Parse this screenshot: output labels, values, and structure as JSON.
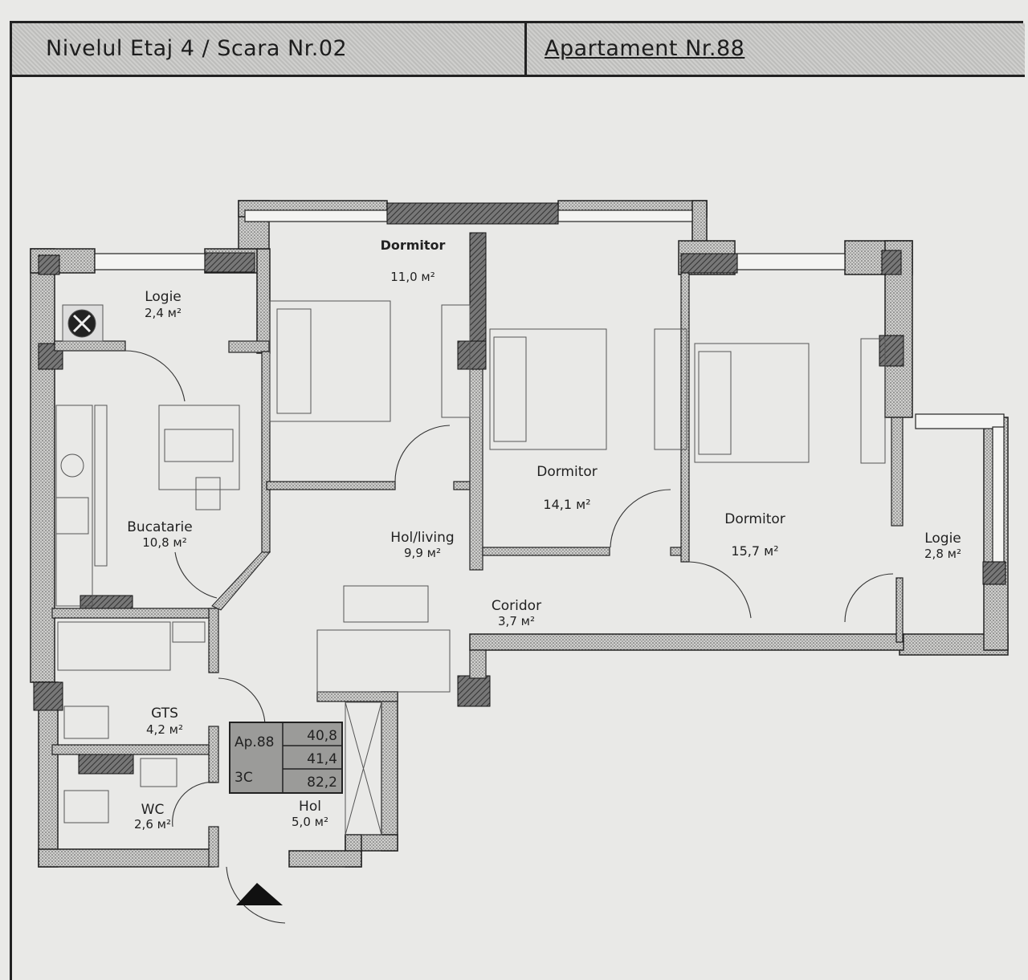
{
  "header": {
    "level": "Nivelul Etaj 4 / Scara Nr.02",
    "apartment": "Apartament Nr.88"
  },
  "rooms": {
    "logie_1": {
      "name": "Logie",
      "area": "2,4 м²"
    },
    "dormitor_1": {
      "name": "Dormitor",
      "area": "11,0 м²"
    },
    "dormitor_2": {
      "name": "Dormitor",
      "area": "14,1 м²"
    },
    "dormitor_3": {
      "name": "Dormitor",
      "area": "15,7 м²"
    },
    "logie_2": {
      "name": "Logie",
      "area": "2,8 м²"
    },
    "bucatarie": {
      "name": "Bucatarie",
      "area": "10,8 м²"
    },
    "hol_living": {
      "name": "Hol/living",
      "area": "9,9 м²"
    },
    "coridor": {
      "name": "Coridor",
      "area": "3,7 м²"
    },
    "gts": {
      "name": "GTS",
      "area": "4,2 м²"
    },
    "wc": {
      "name": "WC",
      "area": "2,6 м²"
    },
    "hol": {
      "name": "Hol",
      "area": "5,0 м²"
    }
  },
  "summary": {
    "apartment": "Ap.88",
    "type": "3C",
    "values": [
      "40,8",
      "41,4",
      "82,2"
    ]
  }
}
